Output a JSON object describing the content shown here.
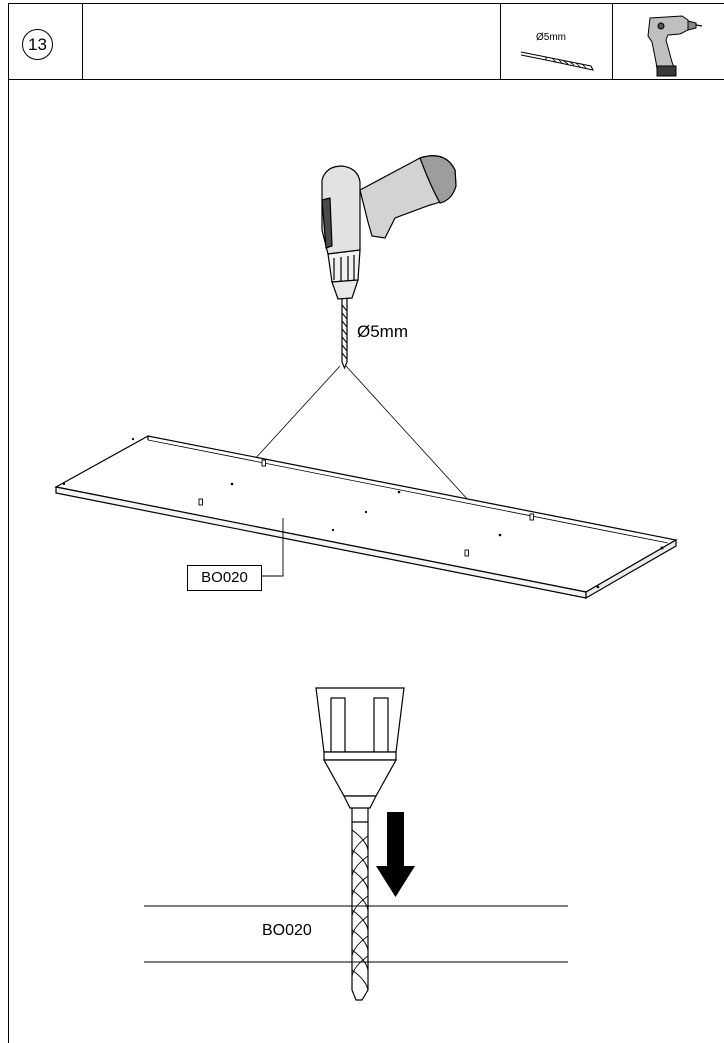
{
  "header": {
    "step_number": "13",
    "bit_size_label": "Ø5mm",
    "tools": [
      "drill-bit-icon",
      "cordless-drill-icon"
    ]
  },
  "main": {
    "drill_bit_label": "Ø5mm",
    "panel_label": "BO020"
  },
  "detail": {
    "panel_label": "BO020"
  }
}
